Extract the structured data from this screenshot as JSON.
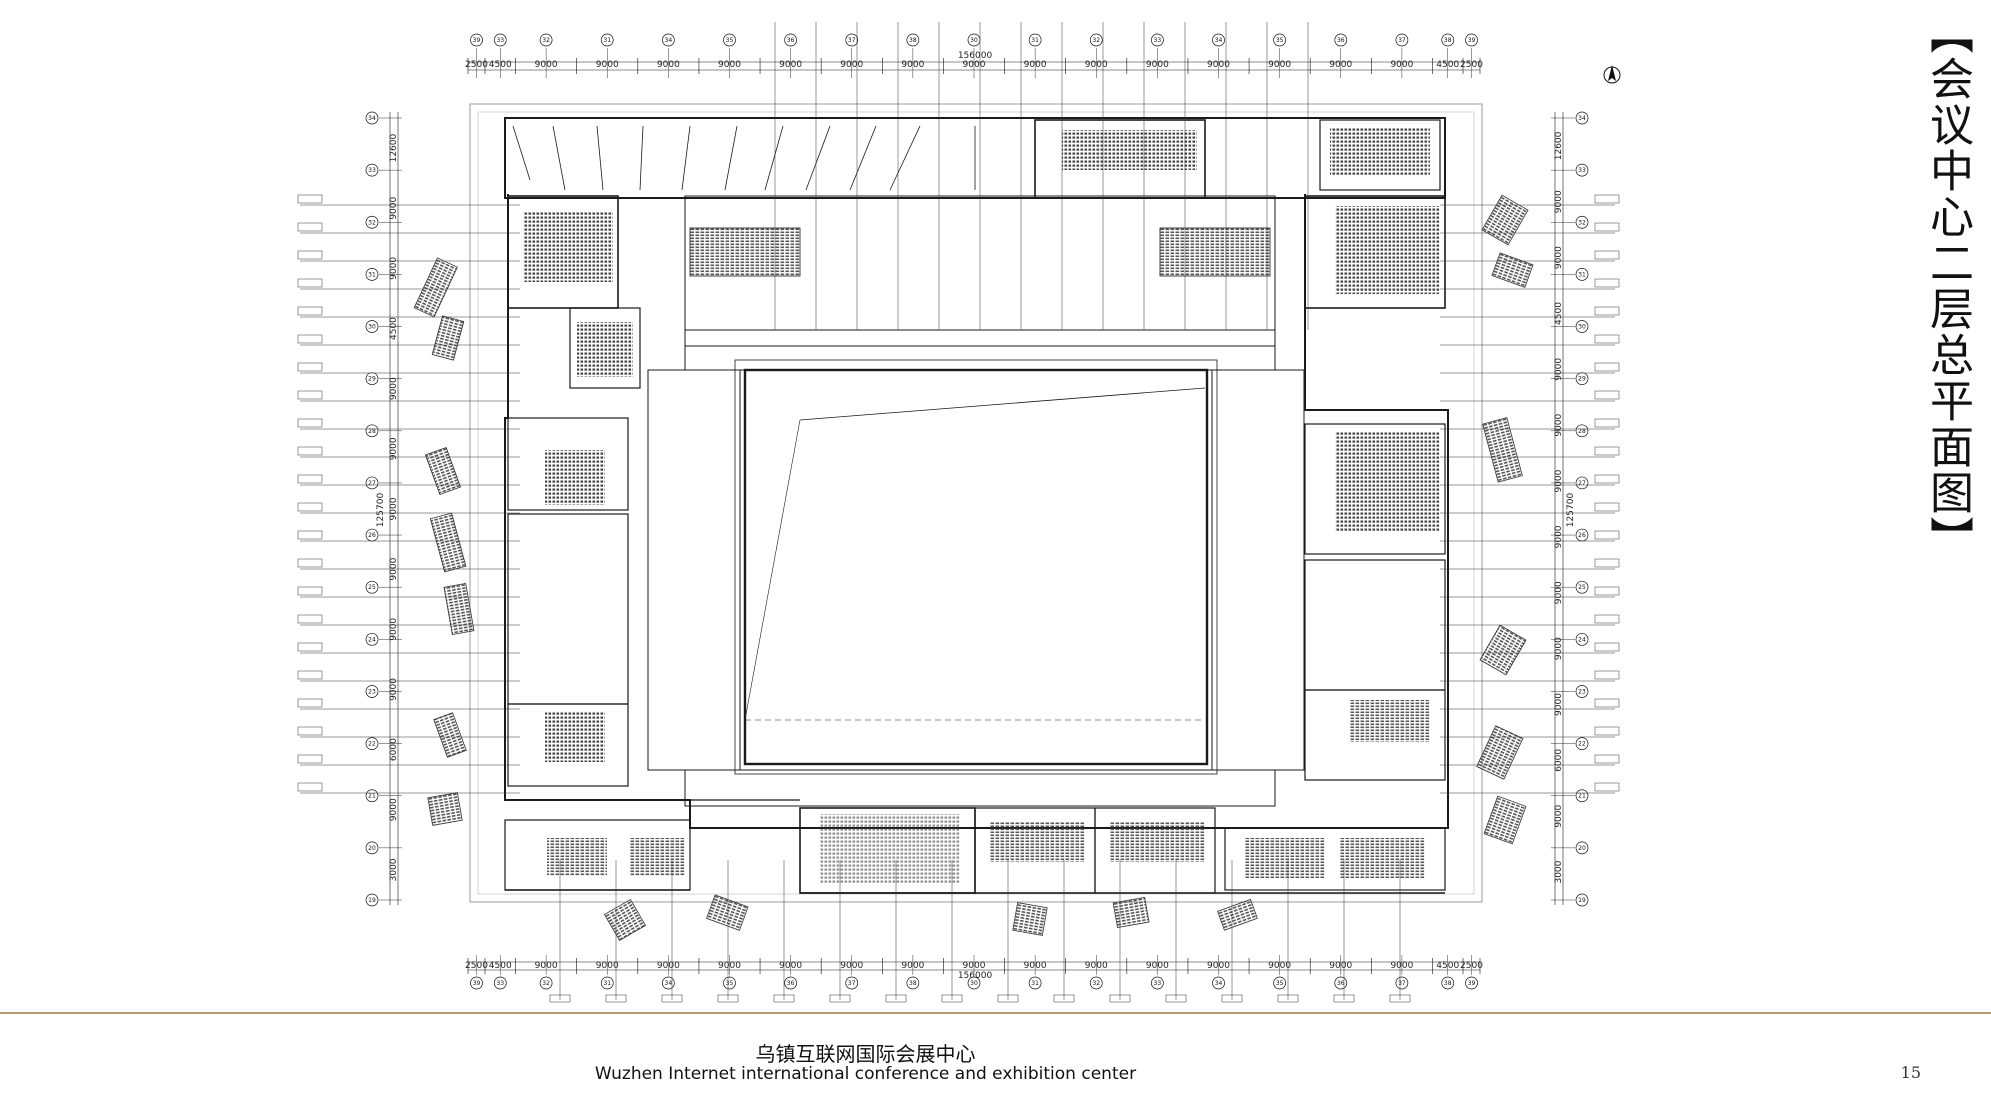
{
  "drawing": {
    "title": "【会议中心二层总平面图】",
    "overall_dimension": "156000",
    "dimension_chain": [
      "2500",
      "4500",
      "9000",
      "9000",
      "9000",
      "9000",
      "9000",
      "9000",
      "9000",
      "9000",
      "9000",
      "9000",
      "9000",
      "9000",
      "9000",
      "9000",
      "9000",
      "4500",
      "2500"
    ],
    "left_dimensions": [
      "12600",
      "9000",
      "9000",
      "4500",
      "9000",
      "9000",
      "9000",
      "9000",
      "9000",
      "9000",
      "6000",
      "9000",
      "3000"
    ],
    "left_total": "125700",
    "right_dimensions": [
      "12600",
      "9000",
      "9000",
      "4500",
      "9000",
      "9000",
      "9000",
      "9000",
      "9000",
      "9000",
      "9000",
      "6000",
      "9000",
      "3000"
    ],
    "right_total": "125700",
    "column_grid_top": [
      "39",
      "33",
      "32",
      "31",
      "34",
      "35",
      "36",
      "37",
      "38",
      "30",
      "31",
      "32",
      "33",
      "34",
      "35",
      "36",
      "37",
      "38",
      "39"
    ],
    "row_grid_left": [
      "34",
      "33",
      "32",
      "31",
      "30",
      "29",
      "28",
      "27",
      "26",
      "25",
      "24",
      "23",
      "22",
      "21",
      "20",
      "19"
    ]
  },
  "footer": {
    "name_cn": "乌镇互联网国际会展中心",
    "name_en": "Wuzhen Internet international conference and exhibition center",
    "page_number": "15"
  },
  "icons": {
    "north_arrow": "north-arrow-icon"
  },
  "colors": {
    "line": "#1a1a1a",
    "accent_rule": "#b79a6a"
  }
}
